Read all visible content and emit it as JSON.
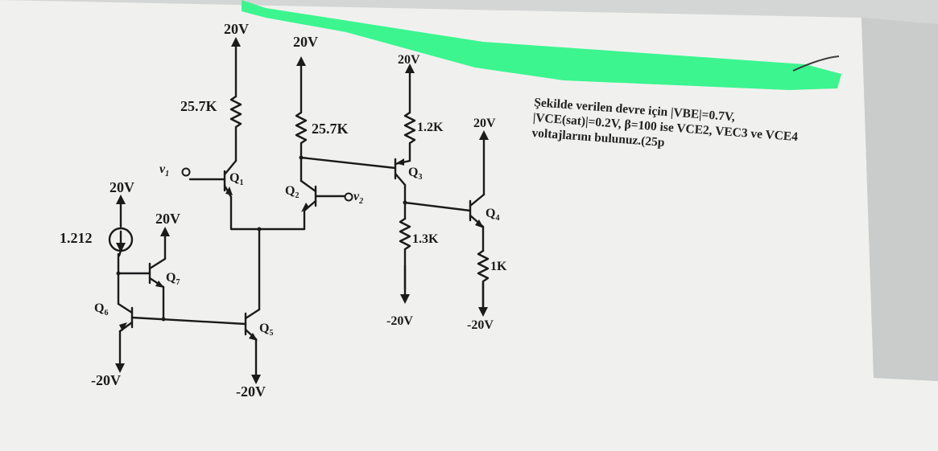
{
  "colors": {
    "paper": "#f1f2f0",
    "ink": "#1b1b1b",
    "highlight": "#3cf58f",
    "background": "#d4d6d5"
  },
  "circuit": {
    "supply_q1_top": "20V",
    "supply_q2_top": "20V",
    "supply_q3_top": "20V",
    "supply_q4_top": "20V",
    "supply_left_top": "20V",
    "supply_q7_top": "20V",
    "supply_q6_bottom": "-20V",
    "supply_q5_bottom": "-20V",
    "supply_q3_bottom": "-20V",
    "supply_q4_bottom": "-20V",
    "r_q1_collector": "25.7K",
    "r_q2_collector": "25.7K",
    "r_q3_emitter": "1.2K",
    "r_q3_collector": "1.3K",
    "r_q4_emitter": "1K",
    "current_source": "1.212",
    "input_1": "v",
    "input_1_sub": "1",
    "input_2": "v",
    "input_2_sub": "2",
    "q1": "Q",
    "q1_sub": "1",
    "q2": "Q",
    "q2_sub": "2",
    "q3": "Q",
    "q3_sub": "3",
    "q4": "Q",
    "q4_sub": "4",
    "q5": "Q",
    "q5_sub": "5",
    "q6": "Q",
    "q6_sub": "6",
    "q7": "Q",
    "q7_sub": "7"
  },
  "question": {
    "line1": "Şekilde verilen devre için |VBE|=0.7V,",
    "line2": "|VCE(sat)|=0.2V, β=100 ise VCE2, VEC3 ve VCE4",
    "line3": "voltajlarını bulunuz.(25p"
  }
}
